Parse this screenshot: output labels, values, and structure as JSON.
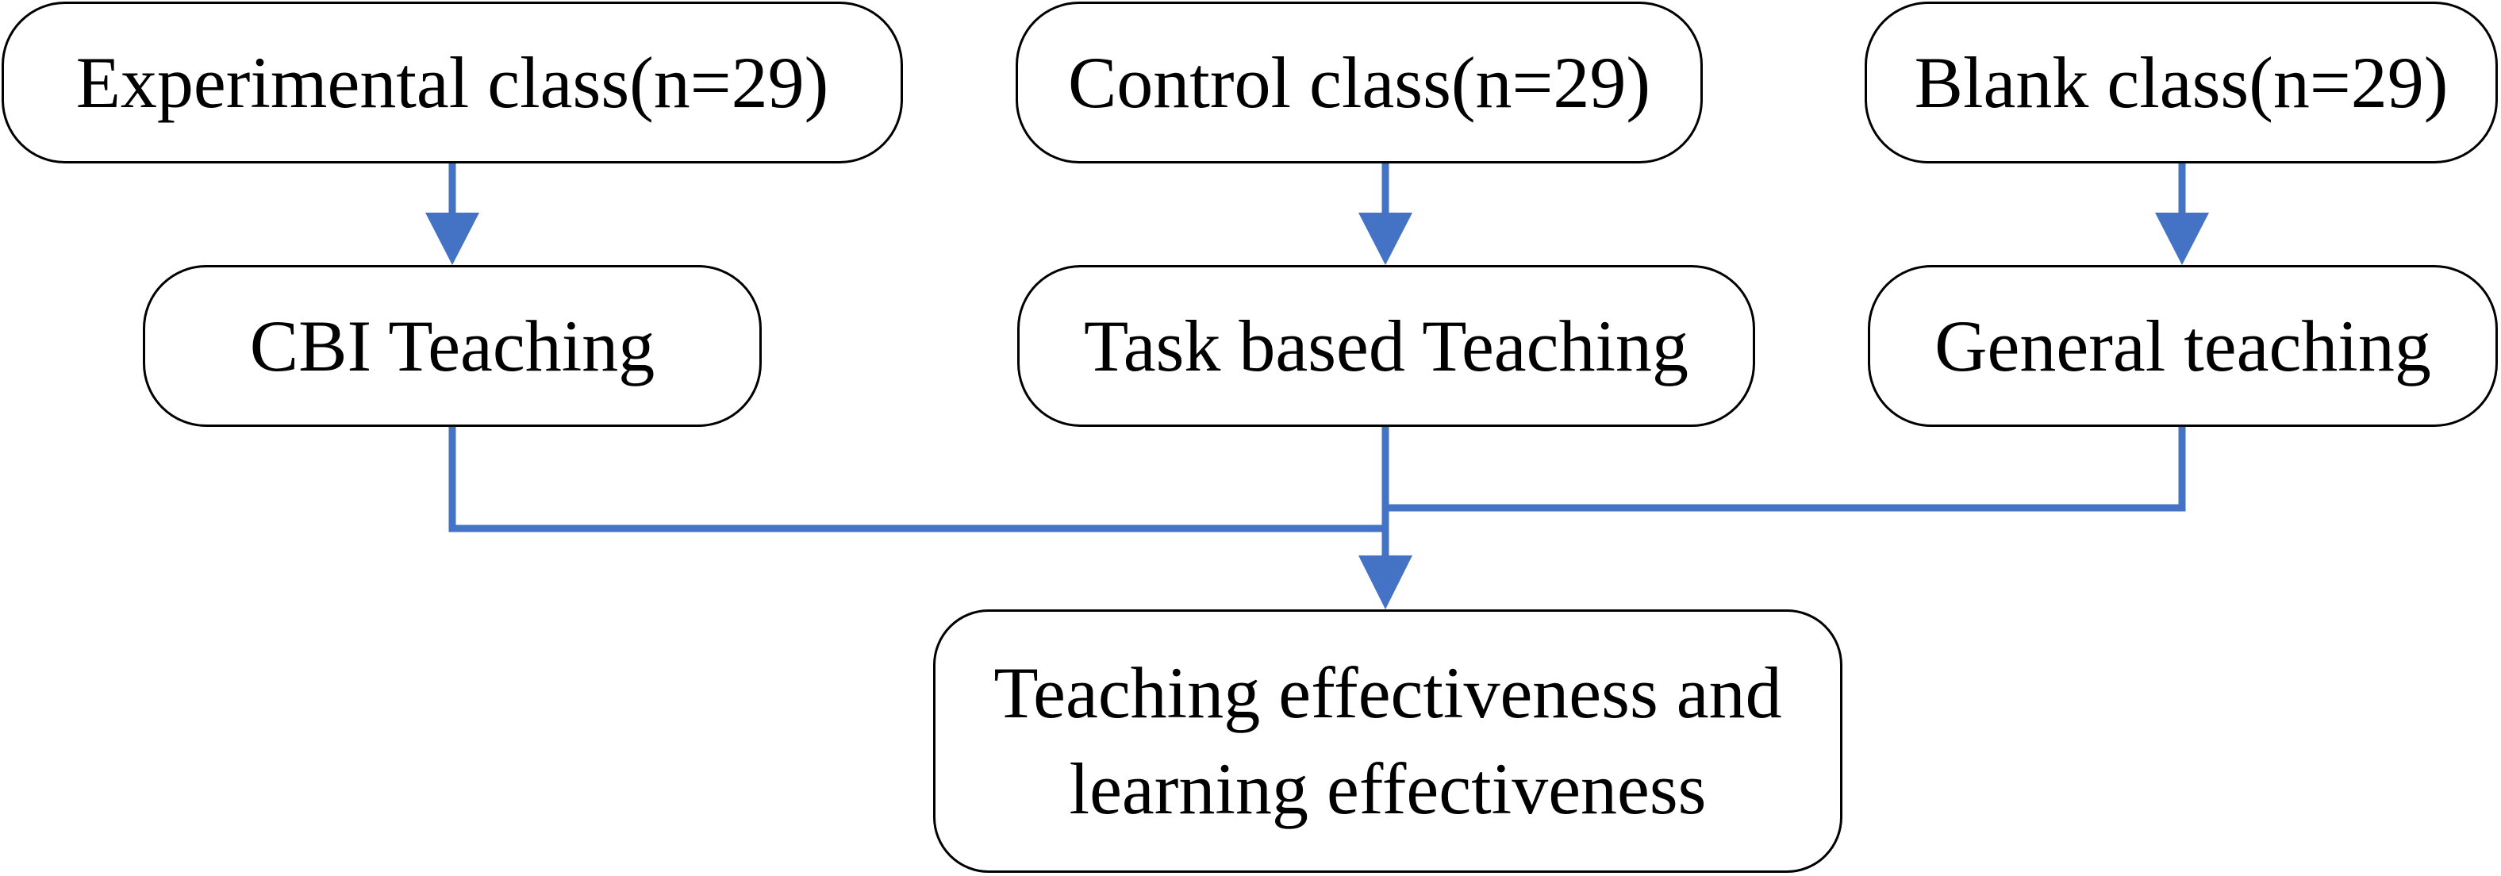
{
  "colors": {
    "connector": "#4472C4",
    "box_border": "#000000",
    "text": "#000000"
  },
  "nodes": {
    "experimental_class": "Experimental class(n=29)",
    "control_class": "Control class(n=29)",
    "blank_class": "Blank class(n=29)",
    "cbi_teaching": "CBI Teaching",
    "task_based_teaching": "Task based Teaching",
    "general_teaching": "General teaching",
    "outcome_line1": "Teaching effectiveness and",
    "outcome_line2": "learning effectiveness"
  }
}
